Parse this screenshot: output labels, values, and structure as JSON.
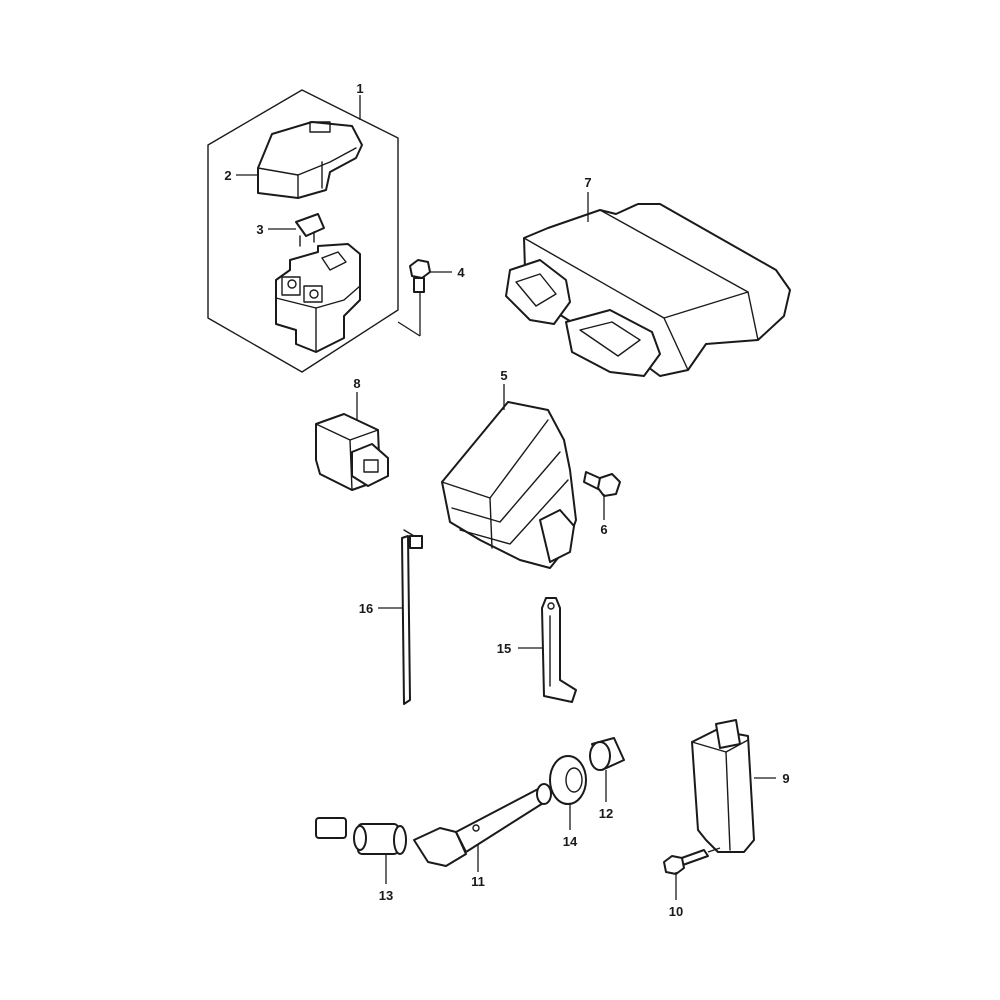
{
  "diagram": {
    "colors": {
      "line": "#1a1a1a",
      "background": "#ffffff"
    },
    "callouts": [
      {
        "id": "1",
        "part": "relay-box-assembly"
      },
      {
        "id": "2",
        "part": "relay-cover"
      },
      {
        "id": "3",
        "part": "fuse"
      },
      {
        "id": "4",
        "part": "bolt"
      },
      {
        "id": "5",
        "part": "regulator-rectifier"
      },
      {
        "id": "6",
        "part": "screw"
      },
      {
        "id": "7",
        "part": "ecu"
      },
      {
        "id": "8",
        "part": "connector"
      },
      {
        "id": "9",
        "part": "ignition-coil"
      },
      {
        "id": "10",
        "part": "coil-bolt"
      },
      {
        "id": "11",
        "part": "plug-cap"
      },
      {
        "id": "12",
        "part": "collar"
      },
      {
        "id": "13",
        "part": "cap-boot"
      },
      {
        "id": "14",
        "part": "grommet"
      },
      {
        "id": "15",
        "part": "clamp"
      },
      {
        "id": "16",
        "part": "cable-tie"
      }
    ]
  }
}
